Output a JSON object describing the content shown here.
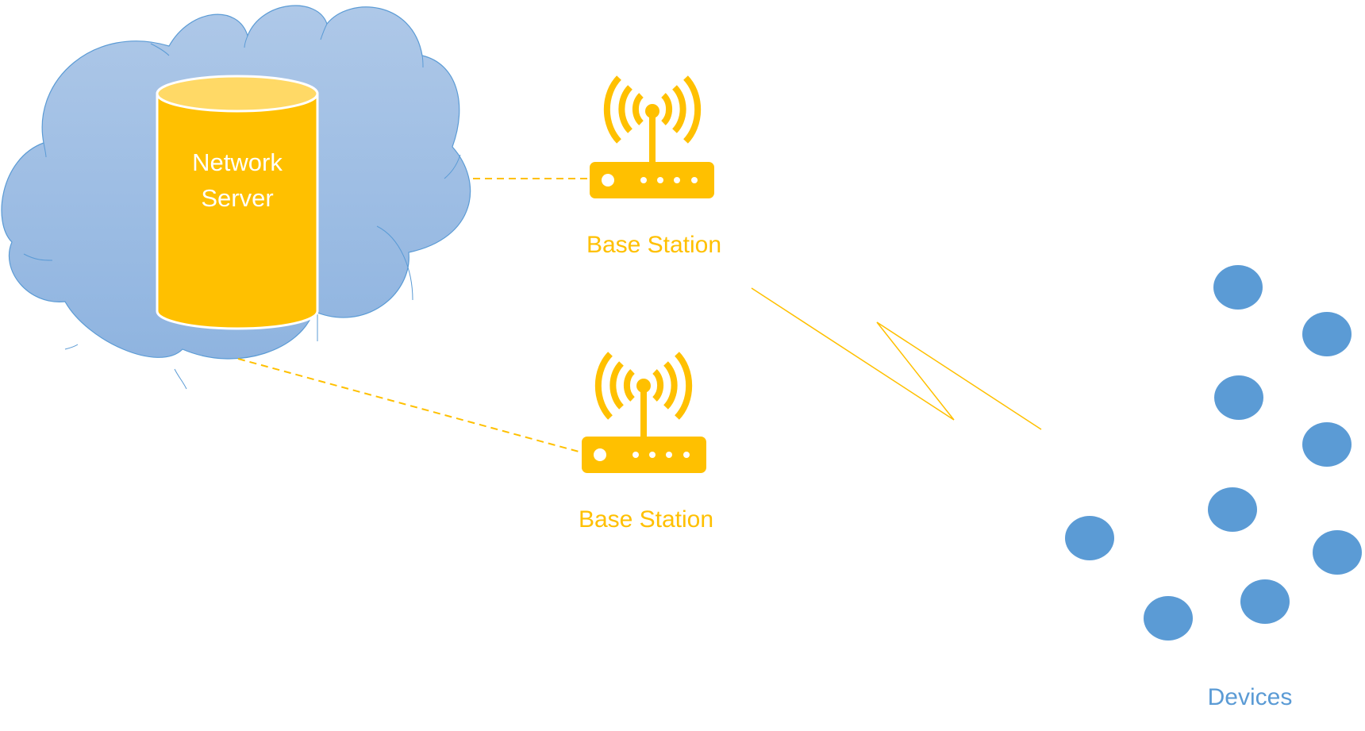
{
  "diagram": {
    "title": "",
    "colors": {
      "cloud_fill_top": "#AEC8E8",
      "cloud_fill_bottom": "#8FB4E0",
      "cloud_stroke": "#5B9BD5",
      "server_body": "#FFC000",
      "server_top": "#FFD966",
      "accent_yellow": "#FFC000",
      "device_blue": "#5B9BD5",
      "devices_label": "#5B9BD5"
    },
    "server": {
      "label_line1": "Network",
      "label_line2": "Server"
    },
    "base_stations": [
      {
        "label": "Base Station"
      },
      {
        "label": "Base Station"
      }
    ],
    "devices": {
      "label": "Devices",
      "count": 9
    },
    "links": [
      {
        "from": "network-server-cloud",
        "to": "base-station-1",
        "style": "dashed"
      },
      {
        "from": "network-server-cloud",
        "to": "base-station-2",
        "style": "dashed"
      },
      {
        "from": "base-stations",
        "to": "devices",
        "style": "wireless-lightning"
      }
    ]
  }
}
